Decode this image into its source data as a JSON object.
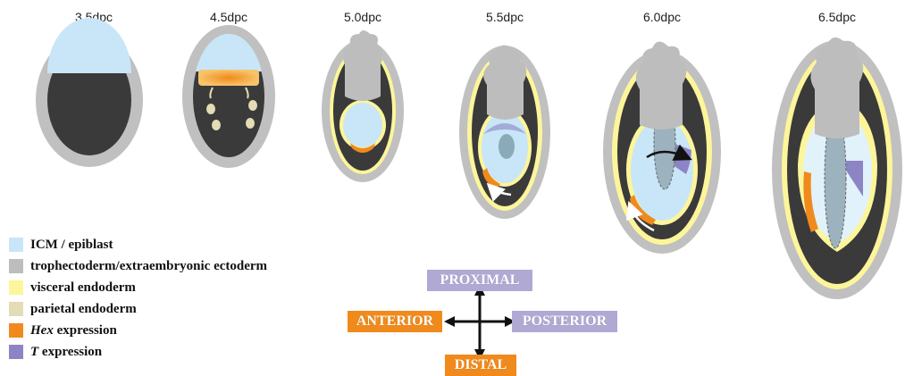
{
  "stages": [
    "3.5dpc",
    "4.5dpc",
    "5.0dpc",
    "5.5dpc",
    "6.0dpc",
    "6.5dpc"
  ],
  "legend": [
    {
      "label": "ICM / epiblast",
      "color": "#c8e6f7"
    },
    {
      "label": "trophectoderm/extraembryonic ectoderm",
      "color": "#bdbdbd"
    },
    {
      "label": "visceral endoderm",
      "color": "#fdf59a"
    },
    {
      "label": "parietal endoderm",
      "color": "#e3dcb4"
    },
    {
      "label": "Hex",
      "suffix": "expression",
      "color": "#f08a1c"
    },
    {
      "label": "T",
      "suffix": "expression",
      "color": "#8c84c4"
    }
  ],
  "axes": {
    "proximal": "PROXIMAL",
    "anterior": "ANTERIOR",
    "posterior": "POSTERIOR",
    "distal": "DISTAL"
  },
  "colors": {
    "tissue_dark": "#3a3a3a",
    "outer_grey": "#c0c0c0",
    "anterior_box": "#f08a1c",
    "posterior_box": "#b0a9d4",
    "proximal_box": "#b0a9d4",
    "distal_box": "#f08a1c"
  }
}
